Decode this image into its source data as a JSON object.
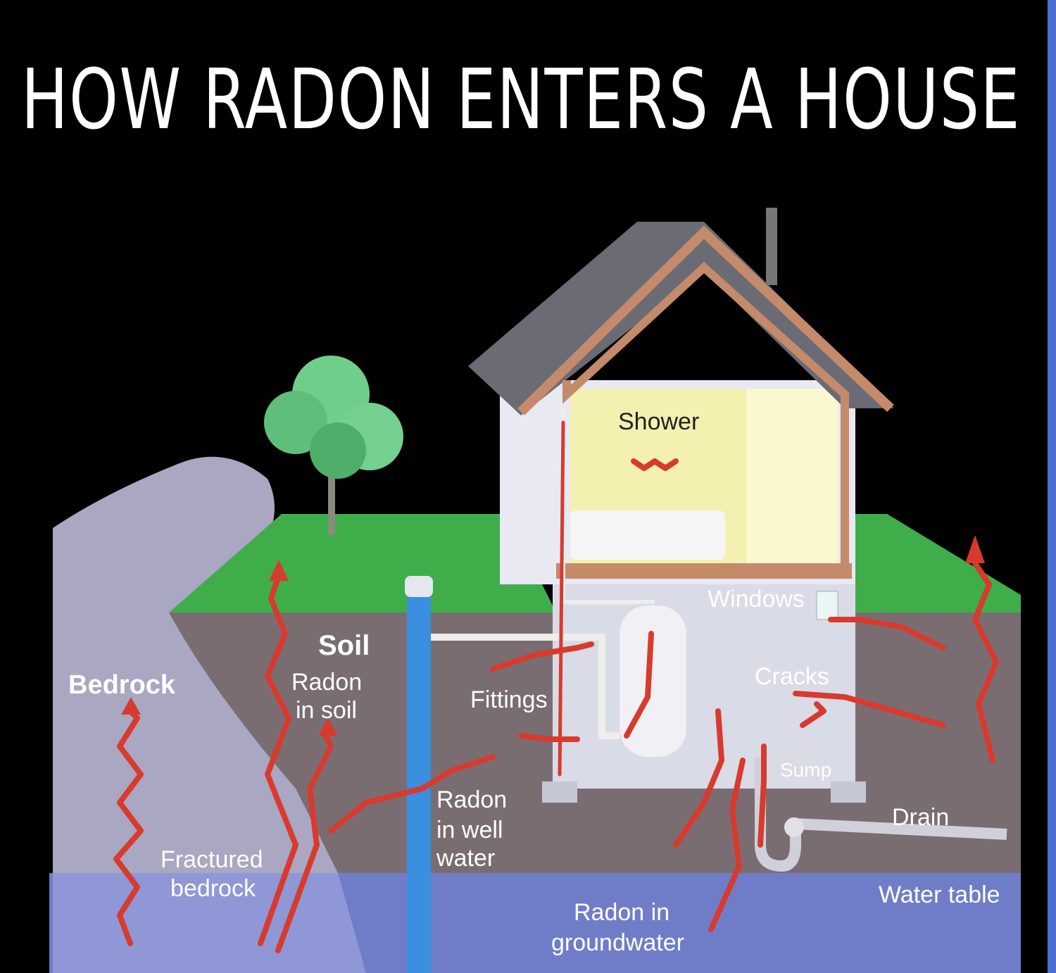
{
  "title": "HOW RADON ENTERS A HOUSE",
  "labels": {
    "shower": "Shower",
    "windows": "Windows",
    "soil": "Soil",
    "bedrock": "Bedrock",
    "radon_in_soil_1": "Radon",
    "radon_in_soil_2": "in soil",
    "fittings": "Fittings",
    "cracks": "Cracks",
    "sump": "Sump",
    "drain": "Drain",
    "radon_well_1": "Radon",
    "radon_well_2": "in well",
    "radon_well_3": "water",
    "fractured_1": "Fractured",
    "fractured_2": "bedrock",
    "water_table": "Water table",
    "groundwater_1": "Radon in",
    "groundwater_2": "groundwater"
  },
  "colors": {
    "background": "#000000",
    "radon_arrow": "#d83a2e",
    "grass": "#3fae4a",
    "soil": "#7a6d72",
    "bedrock": "#a9a7c2",
    "water_table": "#6f7dc9",
    "well": "#3a8fe0"
  }
}
